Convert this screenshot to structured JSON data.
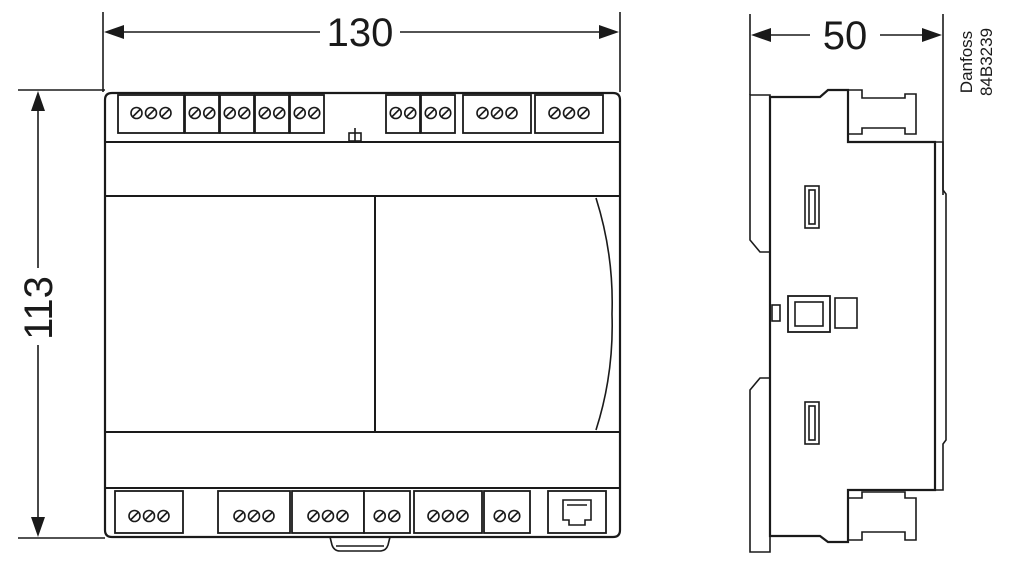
{
  "dimensions": {
    "width_label": "130",
    "height_label": "113",
    "depth_label": "50"
  },
  "brand": {
    "name": "Danfoss",
    "code": "84B3239"
  },
  "top_terminal_blocks": [
    3,
    2,
    2,
    2,
    2,
    2,
    2,
    3,
    3
  ],
  "bottom_terminal_blocks": [
    3,
    3,
    3,
    2,
    3,
    2
  ],
  "connector": "rj-jack-icon"
}
